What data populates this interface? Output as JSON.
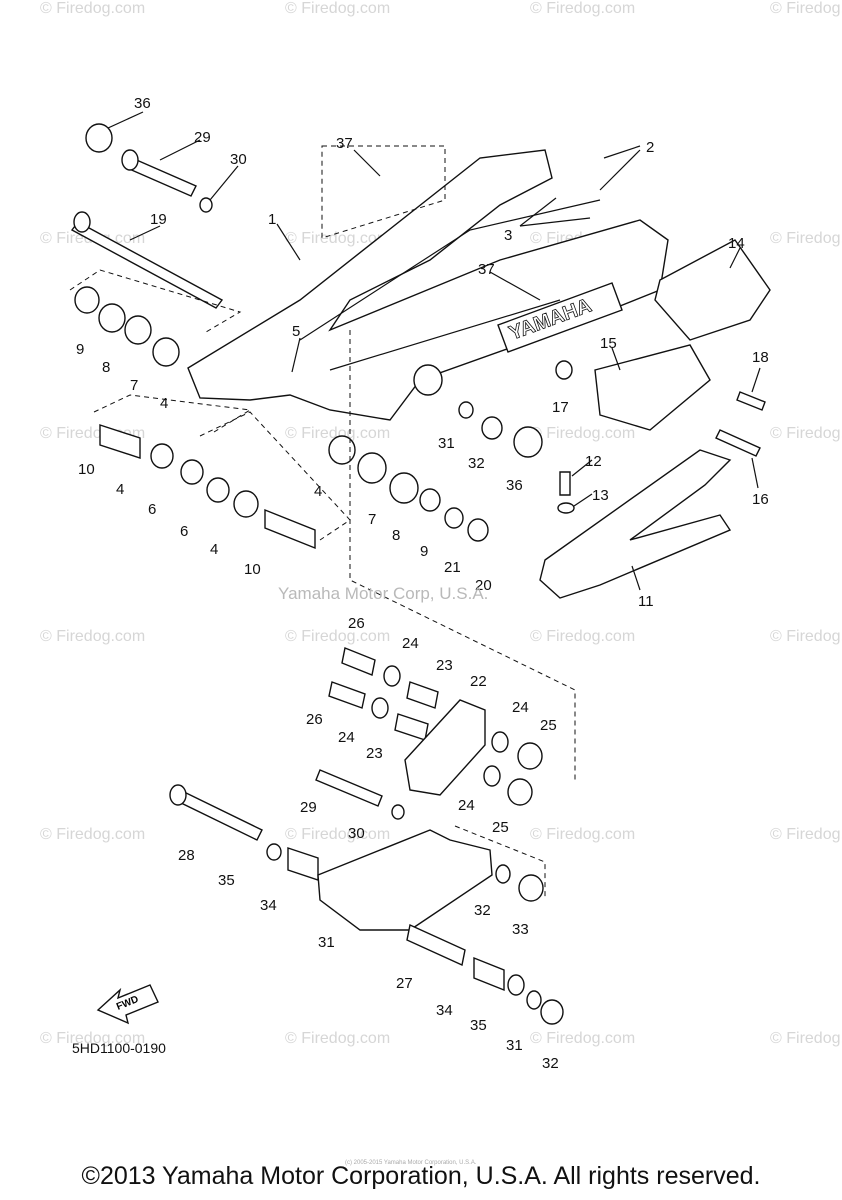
{
  "watermark_text": "© Firedog.com",
  "center_watermark": "Yamaha Motor Corp, U.S.A.",
  "fwd_label": "FWD",
  "diagram_code": "5HD1100-0190",
  "copyright": "©2013 Yamaha Motor Corporation, U.S.A. All rights reserved.",
  "tiny_credit": "(c) 2005-2015 Yamaha Motor Corporation, U.S.A.",
  "swingarm_logo": "YAMAHA",
  "callouts": [
    "36",
    "29",
    "30",
    "37",
    "2",
    "3",
    "1",
    "19",
    "14",
    "37",
    "9",
    "8",
    "7",
    "4",
    "5",
    "15",
    "18",
    "17",
    "31",
    "32",
    "36",
    "12",
    "13",
    "16",
    "10",
    "4",
    "6",
    "6",
    "4",
    "10",
    "4",
    "7",
    "8",
    "9",
    "21",
    "20",
    "11",
    "26",
    "24",
    "23",
    "22",
    "26",
    "24",
    "23",
    "24",
    "25",
    "29",
    "30",
    "24",
    "25",
    "28",
    "35",
    "34",
    "31",
    "32",
    "33",
    "27",
    "34",
    "35",
    "31",
    "32"
  ]
}
